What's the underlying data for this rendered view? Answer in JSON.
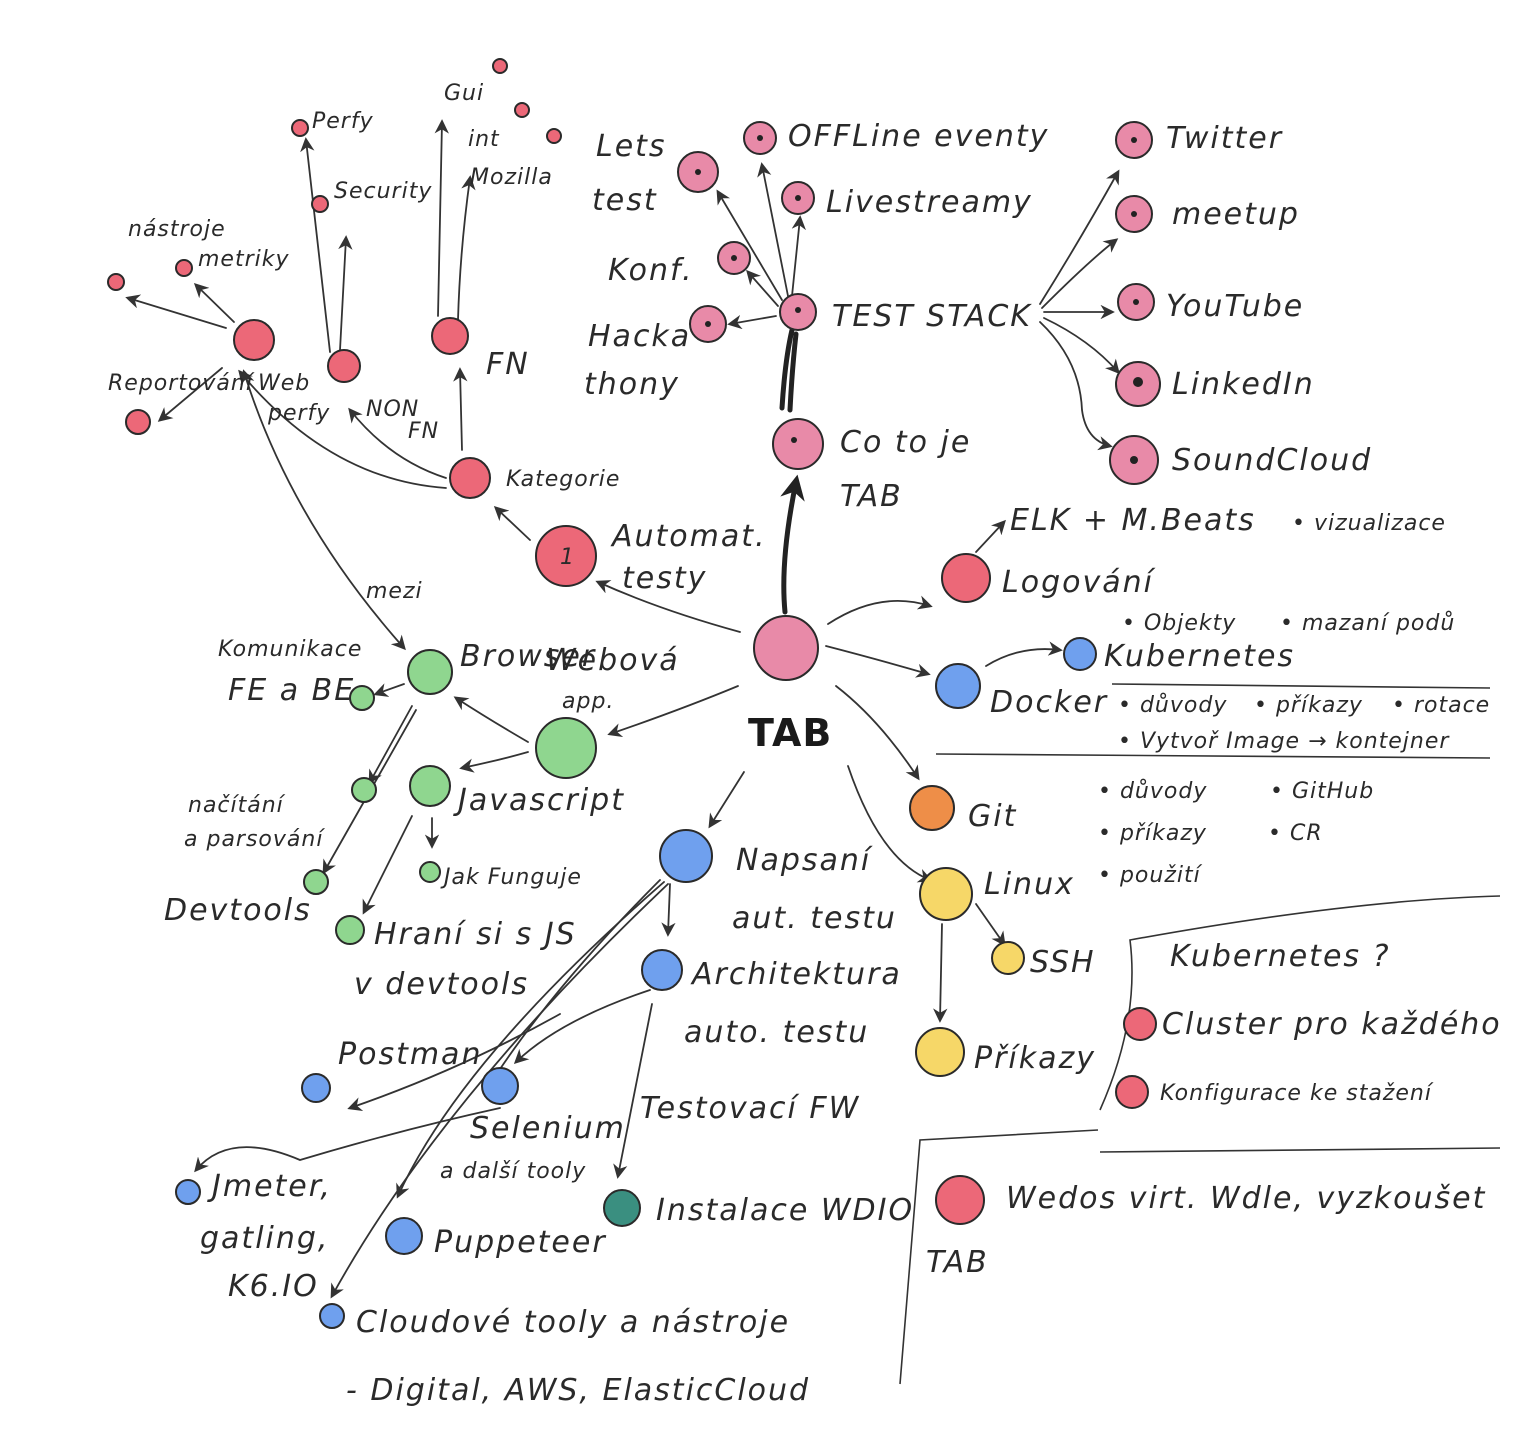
{
  "colors": {
    "pink": "#e88aa8",
    "red": "#ec6878",
    "green": "#8fd68f",
    "blue": "#6fa0ee",
    "orange": "#ee8e48",
    "yellow": "#f6d768",
    "teal": "#3a8f80"
  },
  "center": {
    "label": "TAB"
  },
  "cotoje": {
    "line1": "Co to je",
    "line2": "TAB"
  },
  "teststack": {
    "label": "TEST STACK",
    "children": {
      "letstest1": "Lets",
      "letstest2": "test",
      "offline": "OFFLine eventy",
      "livestreamy": "Livestreamy",
      "konf": "Konf.",
      "hackathony1": "Hacka",
      "hackathony2": "thony"
    },
    "channels": [
      "Twitter",
      "meetup",
      "YouTube",
      "LinkedIn",
      "SoundCloud"
    ]
  },
  "automat": {
    "label1": "Automat.",
    "label2": "testy",
    "badge": "1",
    "kategorie": "Kategorie",
    "fn": "FN",
    "nonfn1": "NON",
    "nonfn2": "FN",
    "fn_children": [
      "Gui",
      "int",
      "Mozilla"
    ],
    "nonfn_children": [
      "Perfy",
      "Security"
    ],
    "webperfy1": "Web",
    "webperfy2": "perfy",
    "web_children": [
      "metriky",
      "nástroje"
    ],
    "reporting": "Reportování",
    "mezi": "mezi"
  },
  "weboapp": {
    "label1": "Webová",
    "label2": "app.",
    "browser": "Browser",
    "komunikace1": "Komunikace",
    "komunikace2": "FE a BE",
    "nacitani1": "načítání",
    "nacitani2": "a parsování",
    "devtools": "Devtools",
    "javascript": "Javascript",
    "jakfunguje": "Jak Funguje",
    "hrani1": "Hraní si s JS",
    "hrani2": "v devtools"
  },
  "napsani": {
    "label1": "Napsaní",
    "label2": "aut. testu",
    "architektura1": "Architektura",
    "architektura2": "auto. testu",
    "postman": "Postman",
    "selenium1": "Selenium",
    "selenium2": "a další tooly",
    "testovaci": "Testovací FW",
    "instalace": "Instalace WDIO",
    "jmeter1": "Jmeter,",
    "jmeter2": "gatling,",
    "jmeter3": "K6.IO",
    "puppeteer": "Puppeteer",
    "cloud1": "Cloudové tooly a nástroje",
    "cloud2": "- Digital, AWS, ElasticCloud"
  },
  "logovani": {
    "label": "Logování",
    "elk": "ELK + M.Beats",
    "viz": "• vizualizace"
  },
  "docker": {
    "label": "Docker",
    "kubernetes": "Kubernetes",
    "top_bullets": [
      "• Objekty",
      "• mazaní podů"
    ],
    "row1": [
      "• důvody",
      "• příkazy",
      "• rotace"
    ],
    "row2": "• Vytvoř Image → kontejner"
  },
  "git": {
    "label": "Git",
    "bullets": [
      "• důvody",
      "• GitHub",
      "• příkazy",
      "• CR",
      "• použití"
    ]
  },
  "linux": {
    "label": "Linux",
    "ssh": "SSH",
    "prikazy": "Příkazy"
  },
  "kubebox": {
    "title": "Kubernetes ?",
    "item1": "Cluster pro každého",
    "item2": "Konfigurace ke stažení"
  },
  "wedos": {
    "line1": "Wedos virt. Wdle, vyzkoušet",
    "line2": "TAB"
  }
}
